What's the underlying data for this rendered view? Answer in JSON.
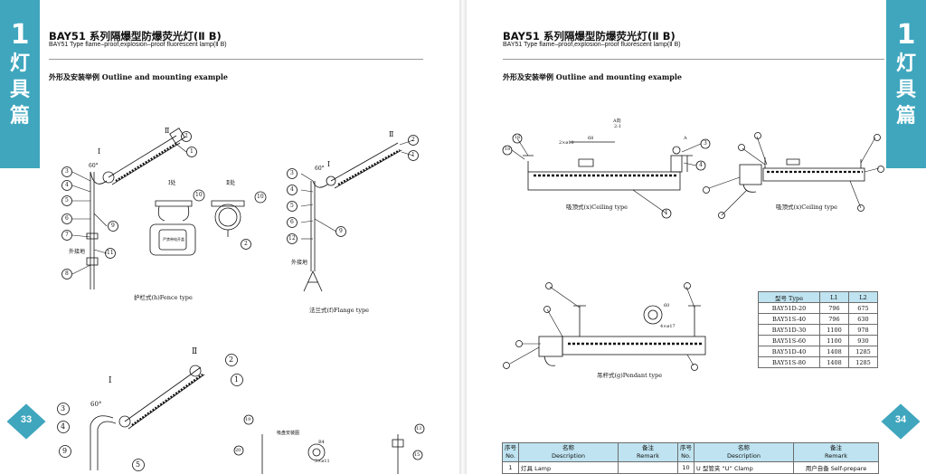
{
  "left_page": {
    "band": {
      "number": "1",
      "chars": [
        "灯",
        "具",
        "篇"
      ]
    },
    "page_number": "33",
    "title": "BAY51 系列隔爆型防爆荧光灯(Ⅱ B)",
    "subtitle": "BAY51 Type flame–proof,explosion–proof fluorescent lamp(Ⅱ B)",
    "section": "外形及安装举例 Outline and mounting example",
    "captions": {
      "fence": "护栏式(h)Fence type",
      "flange": "法兰式(f)Flange type",
      "detail1": "Ⅰ处",
      "detail2": "Ⅱ处",
      "ground1": "外接地",
      "ground2": "外接地",
      "angle1": "60°",
      "angle2": "60°",
      "angle3": "60°",
      "mark_i": "Ⅰ",
      "mark_ii": "Ⅱ",
      "mark_i2": "Ⅰ",
      "mark_ii2": "Ⅱ",
      "mark_i3": "Ⅰ",
      "mark_ii3": "Ⅱ",
      "box_text": "严禁带电开盖",
      "dim_b4": "B4",
      "dim_hole": "3×ø11",
      "bracket_label": "吸盘安装图"
    }
  },
  "right_page": {
    "band": {
      "number": "1",
      "chars": [
        "灯",
        "具",
        "篇"
      ]
    },
    "page_number": "34",
    "title": "BAY51 系列隔爆型防爆荧光灯(Ⅱ B)",
    "subtitle": "BAY51 Type flame–proof,explosion–proof fluorescent lamp(Ⅱ B)",
    "section": "外形及安装举例 Outline and mounting example",
    "captions": {
      "ceiling1": "吸顶式(x)Ceiling type",
      "ceiling2": "吸顶式(x)Ceiling type",
      "pendant": "吊杆式(g)Pendant type",
      "scale_a": "A向",
      "scale_ratio": "2:1",
      "dim_68": "68",
      "dim_holes": "2×ø10",
      "dim_a": "A",
      "dim_60": "60",
      "dim_40": "4×ø17"
    }
  },
  "model_table": {
    "headers": [
      "型号 Type",
      "L1",
      "L2"
    ],
    "rows": [
      [
        "BAY51D-20",
        "796",
        "675"
      ],
      [
        "BAY51S-40",
        "796",
        "630"
      ],
      [
        "BAY51D-30",
        "1100",
        "978"
      ],
      [
        "BAY51S-60",
        "1100",
        "930"
      ],
      [
        "BAY51D-40",
        "1408",
        "1285"
      ],
      [
        "BAY51S-80",
        "1408",
        "1285"
      ]
    ]
  },
  "parts_table": {
    "headers": [
      [
        "序号",
        "No."
      ],
      [
        "名称",
        "Description"
      ],
      [
        "备注",
        "Remark"
      ],
      [
        "序号",
        "No."
      ],
      [
        "名称",
        "Description"
      ],
      [
        "备注",
        "Remark"
      ]
    ],
    "rows": [
      [
        "1",
        "灯具 Lamp",
        "",
        "10",
        "U 型管夹 “U” Clamp",
        "用户自备 Self-prepare"
      ]
    ]
  },
  "colors": {
    "band": "#3fa6be",
    "table_header": "#bfe3f0",
    "line": "#111111"
  }
}
